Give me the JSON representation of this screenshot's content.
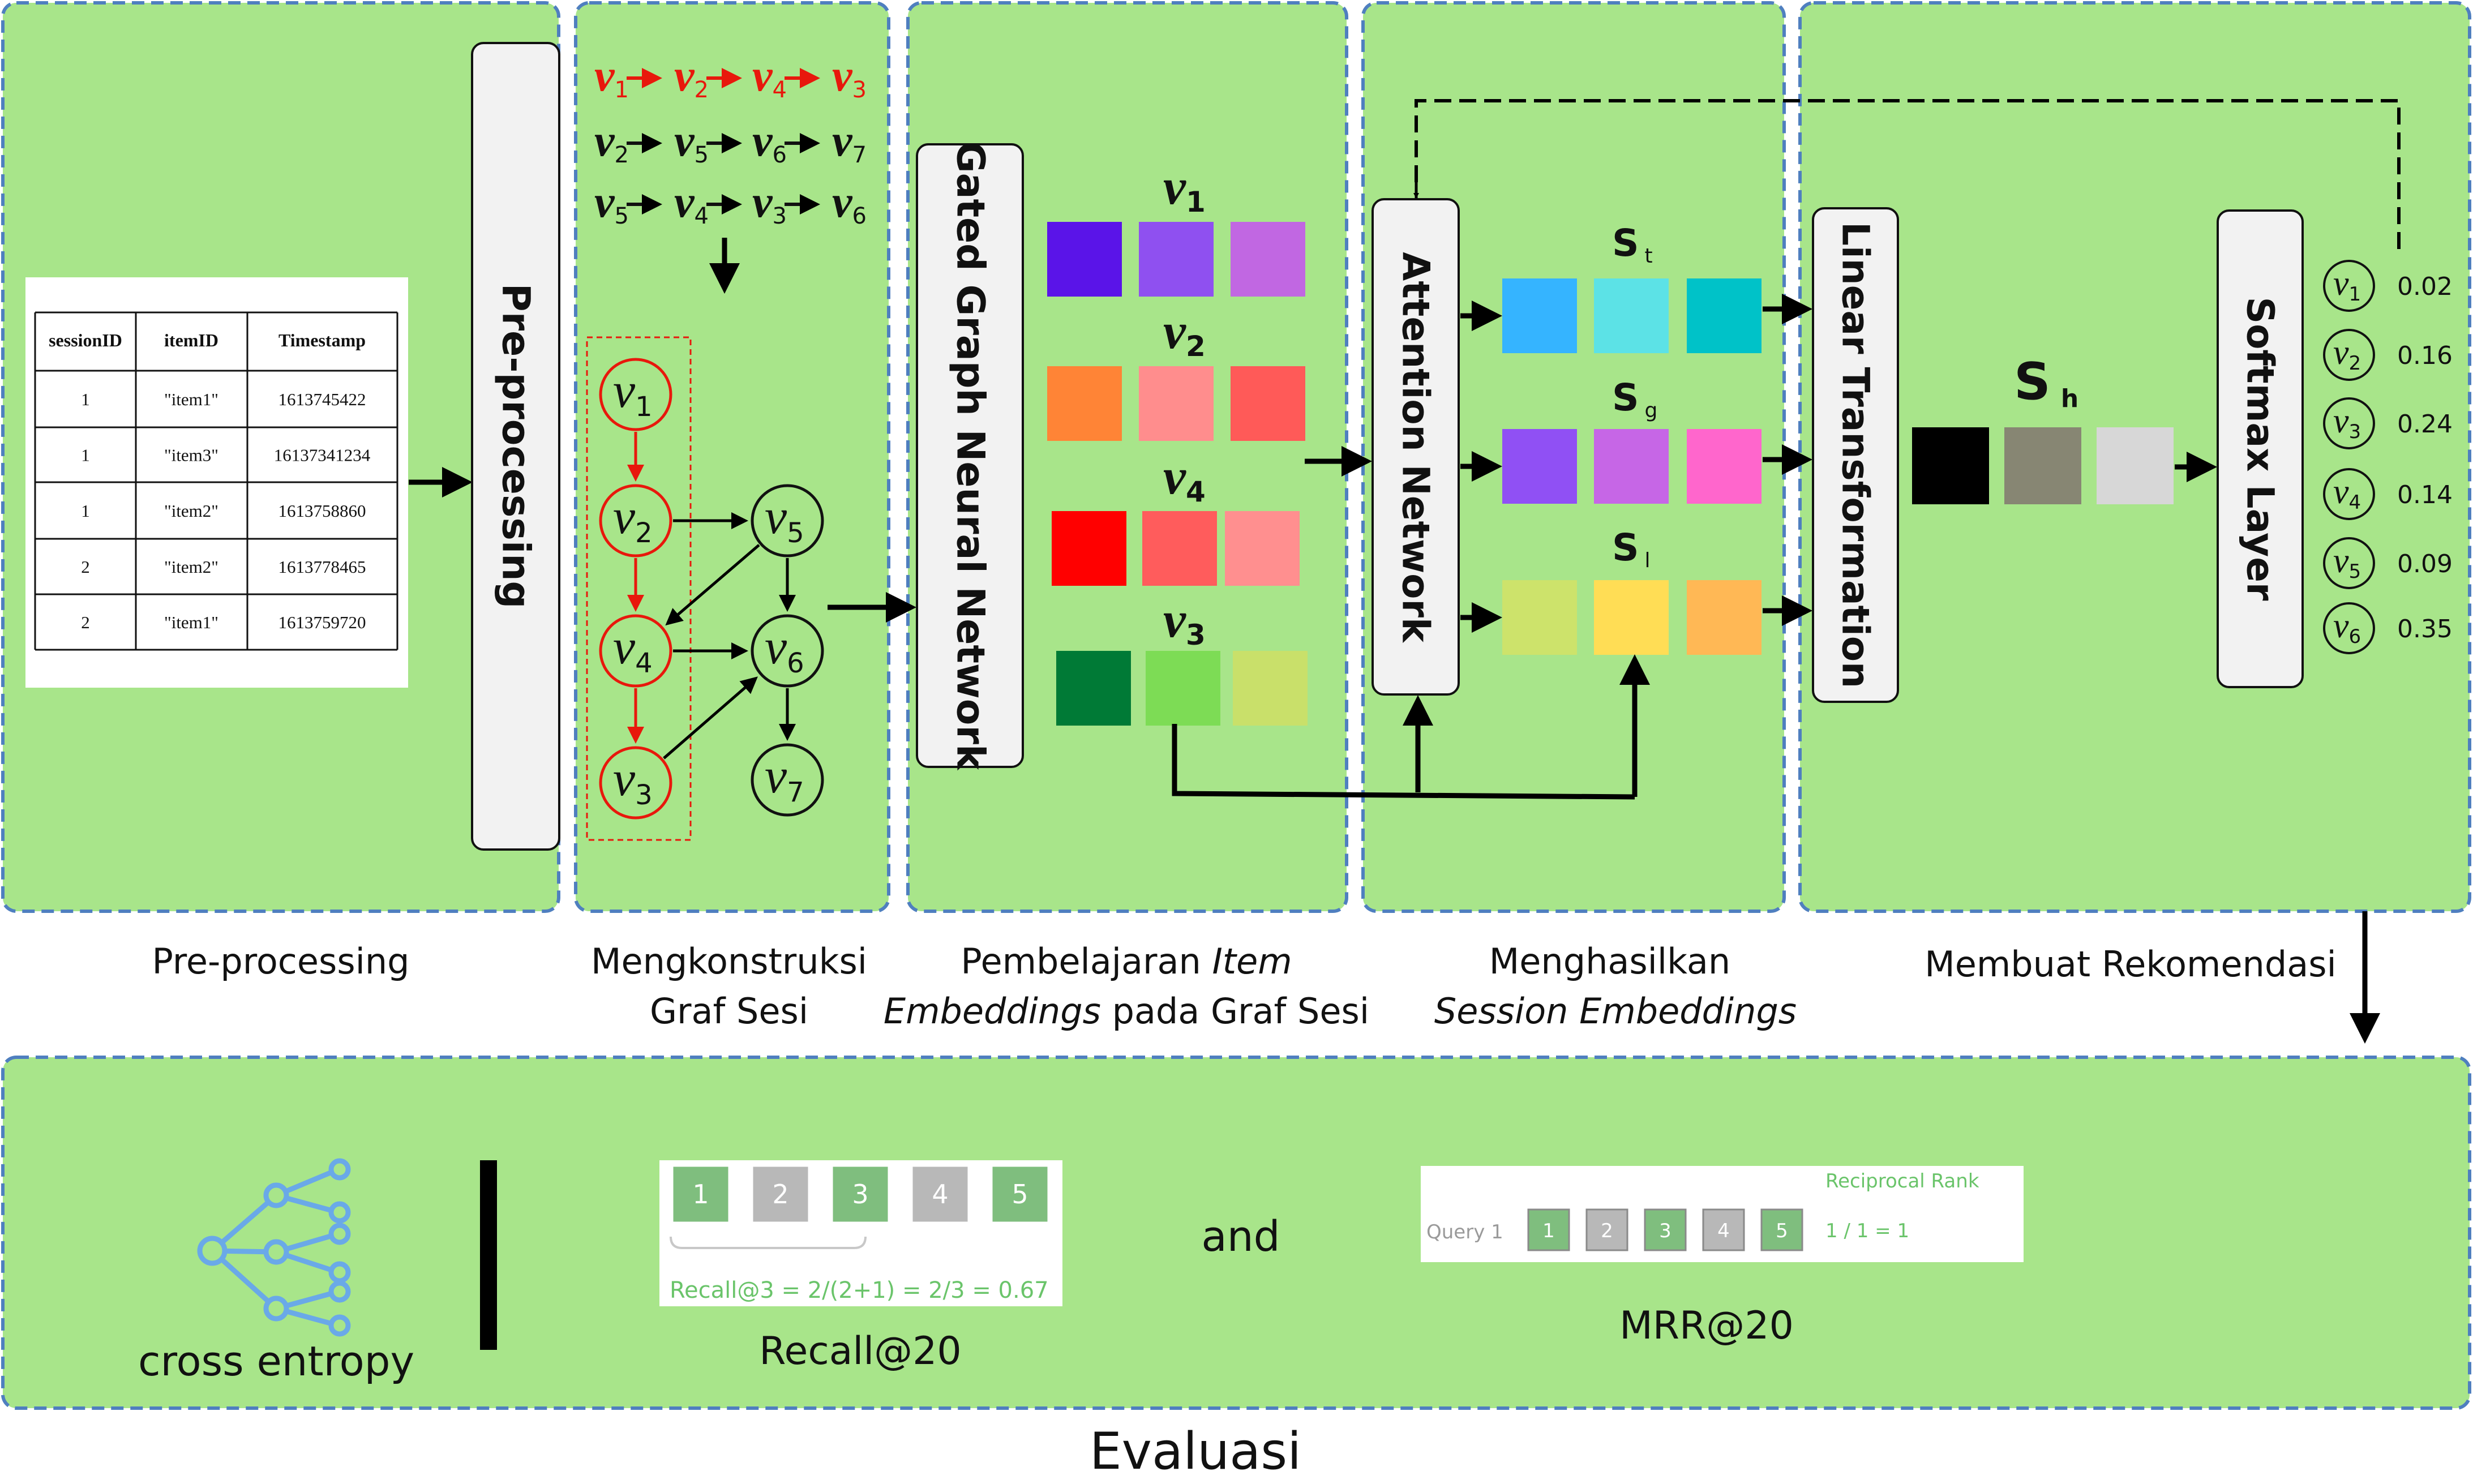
{
  "sections": [
    {
      "caption_lines": [
        "Pre-processing"
      ]
    },
    {
      "caption_lines": [
        "Mengkonstruksi",
        "Graf Sesi"
      ]
    },
    {
      "caption_parts": [
        [
          "Pembelajaran ",
          "normal"
        ],
        [
          "Item",
          "italic"
        ]
      ],
      "caption_parts_2": [
        [
          "Embeddings",
          "italic"
        ],
        [
          " pada Graf Sesi",
          "normal"
        ]
      ]
    },
    {
      "caption_lines": [
        "Menghasilkan"
      ],
      "caption_line2_italic": "Session Embeddings"
    },
    {
      "caption_lines": [
        "Membuat Rekomendasi"
      ]
    }
  ],
  "table": {
    "headers": [
      "sessionID",
      "itemID",
      "Timestamp"
    ],
    "rows": [
      [
        "1",
        "\"item1\"",
        "1613745422"
      ],
      [
        "1",
        "\"item3\"",
        "16137341234"
      ],
      [
        "1",
        "\"item2\"",
        "1613758860"
      ],
      [
        "2",
        "\"item2\"",
        "1613778465"
      ],
      [
        "2",
        "\"item1\"",
        "1613759720"
      ]
    ]
  },
  "blocks": {
    "preprocessing": "Pre-processing",
    "ggnn": "Gated Graph Neural Network",
    "attention": "Attention Network",
    "linear": "Linear Transformation",
    "softmax": "Softmax Layer"
  },
  "sequences": [
    {
      "nodes": [
        "1",
        "2",
        "4",
        "3"
      ],
      "color": "#e8180c"
    },
    {
      "nodes": [
        "2",
        "5",
        "6",
        "7"
      ],
      "color": "#111111"
    },
    {
      "nodes": [
        "5",
        "4",
        "3",
        "6"
      ],
      "color": "#111111"
    }
  ],
  "graph_nodes": [
    {
      "id": "1",
      "color": "#e8180c"
    },
    {
      "id": "2",
      "color": "#e8180c"
    },
    {
      "id": "4",
      "color": "#e8180c"
    },
    {
      "id": "3",
      "color": "#e8180c"
    },
    {
      "id": "5",
      "color": "#111111"
    },
    {
      "id": "6",
      "color": "#111111"
    },
    {
      "id": "7",
      "color": "#111111"
    }
  ],
  "embeddings": [
    {
      "label": "1",
      "colors": [
        "#5a14e8",
        "#8f50f0",
        "#c167e2"
      ]
    },
    {
      "label": "2",
      "colors": [
        "#ff8436",
        "#ff8d8d",
        "#ff5a58"
      ]
    },
    {
      "label": "4",
      "colors": [
        "#ff0000",
        "#ff5c5c",
        "#ff8f8f"
      ]
    },
    {
      "label": "3",
      "colors": [
        "#007a36",
        "#7ddc55",
        "#c9e06a"
      ]
    }
  ],
  "session_embeddings": [
    {
      "label": "S",
      "sub": "t",
      "colors": [
        "#35b4ff",
        "#5ce2e6",
        "#00c2c8"
      ]
    },
    {
      "label": "S",
      "sub": "g",
      "colors": [
        "#9050f4",
        "#c666e6",
        "#ff66cc"
      ]
    },
    {
      "label": "S",
      "sub": "l",
      "colors": [
        "#cde36b",
        "#ffdd55",
        "#ffb855"
      ]
    }
  ],
  "hybrid": {
    "label": "S",
    "sub": "h",
    "colors": [
      "#000000",
      "#878673",
      "#d7d7d7"
    ]
  },
  "scores": [
    {
      "item": "1",
      "value": "0.02"
    },
    {
      "item": "2",
      "value": "0.16"
    },
    {
      "item": "3",
      "value": "0.24"
    },
    {
      "item": "4",
      "value": "0.14"
    },
    {
      "item": "5",
      "value": "0.09"
    },
    {
      "item": "6",
      "value": "0.35"
    }
  ],
  "evaluation": {
    "title": "Evaluasi",
    "loss_label": "cross entropy",
    "recall": {
      "boxes": [
        "1",
        "2",
        "3",
        "4",
        "5"
      ],
      "box_colors": [
        "#7fbe7e",
        "#b8b8b8",
        "#7fbe7e",
        "#b8b8b8",
        "#7fbe7e"
      ],
      "formula": "Recall@3 = 2/(2+1) = 2/3 = 0.67",
      "caption": "Recall@20"
    },
    "and_text": "and",
    "mrr": {
      "header": "Reciprocal Rank",
      "query_label": "Query 1",
      "boxes": [
        "1",
        "2",
        "3",
        "4",
        "5"
      ],
      "box_colors": [
        "#7fbe7e",
        "#b8b8b8",
        "#7fbe7e",
        "#b8b8b8",
        "#7fbe7e"
      ],
      "value": "1 / 1 = 1",
      "caption": "MRR@20"
    }
  },
  "colors": {
    "panel_fill": "#a8e58a",
    "panel_border": "#4f7fbf",
    "block_fill": "#f2f2f2",
    "eval_text": "#6ac46a",
    "loss_icon": "#6aa9e8"
  }
}
